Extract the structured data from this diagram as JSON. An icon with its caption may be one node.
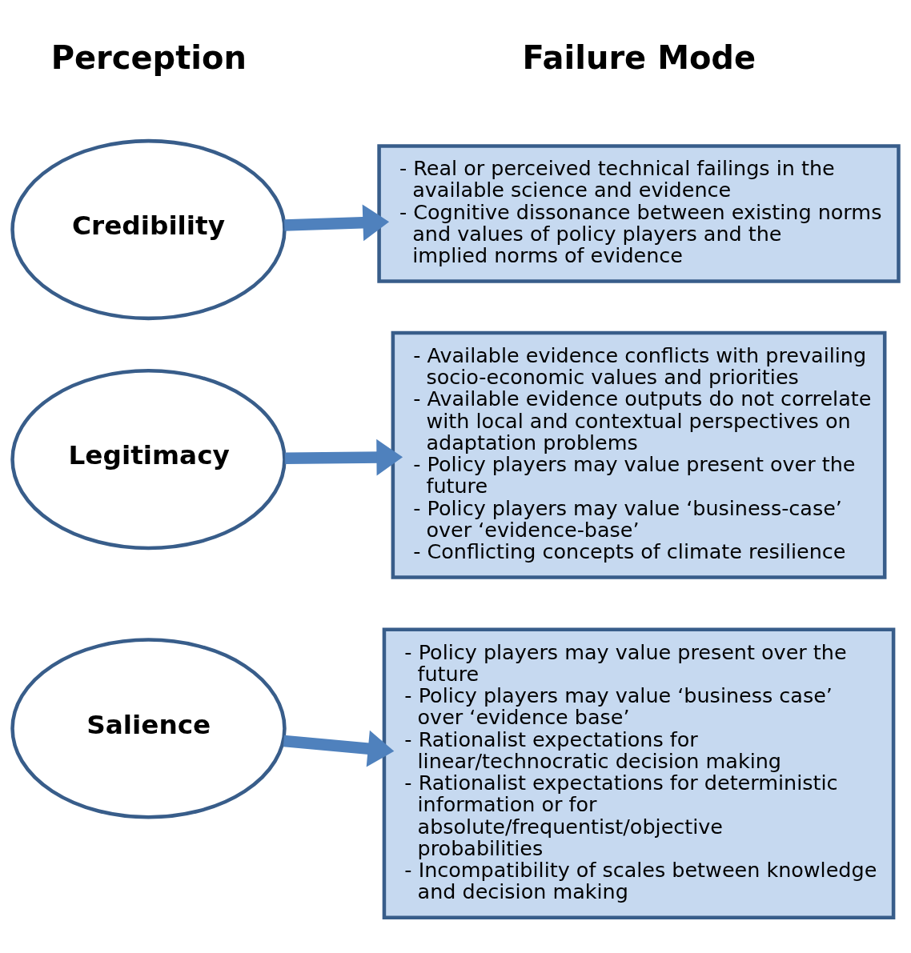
{
  "diagram": {
    "nodes": [
      {
        "text": [
          "Credibility"
        ]
      },
      {
        "text": [
          "- Real or perceived technical failings in the available science and evidence",
          "- Cognitive dissonance between existing norms and values of policy players and the implied norms of evidence"
        ]
      },
      {
        "text": [
          "Legitimacy"
        ]
      },
      {
        "text": [
          "- Available evidence conflicts with prevailing socio-economic values and priorities",
          "- Available evidence outputs do not correlate with local and contextual perspectives on adaptation problems",
          "- Policy players may value present over the future",
          "- Policy players may value ‘business-case’ over ‘evidence-base’",
          "- Conflicting concepts of climate resilience"
        ]
      },
      {
        "text": [
          "Salience"
        ]
      },
      {
        "text": [
          "- Policy players may value present over the future",
          "- Policy players may value ‘business case’ over ‘evidence base’",
          "- Rationalist expectations for linear/technocratic decision making",
          "- Rationalist expectations for deterministic information or for absolute/frequentist/objective probabilities",
          "- Incompatibility of scales between knowledge and decision making"
        ]
      }
    ],
    "edges": [
      {
        "from": 0,
        "to": 1,
        "arrow": "to"
      },
      {
        "from": 2,
        "to": 3,
        "arrow": "to"
      },
      {
        "from": 4,
        "to": 5,
        "arrow": "to"
      }
    ],
    "labels": [
      "Perception",
      "Failure Mode"
    ]
  }
}
